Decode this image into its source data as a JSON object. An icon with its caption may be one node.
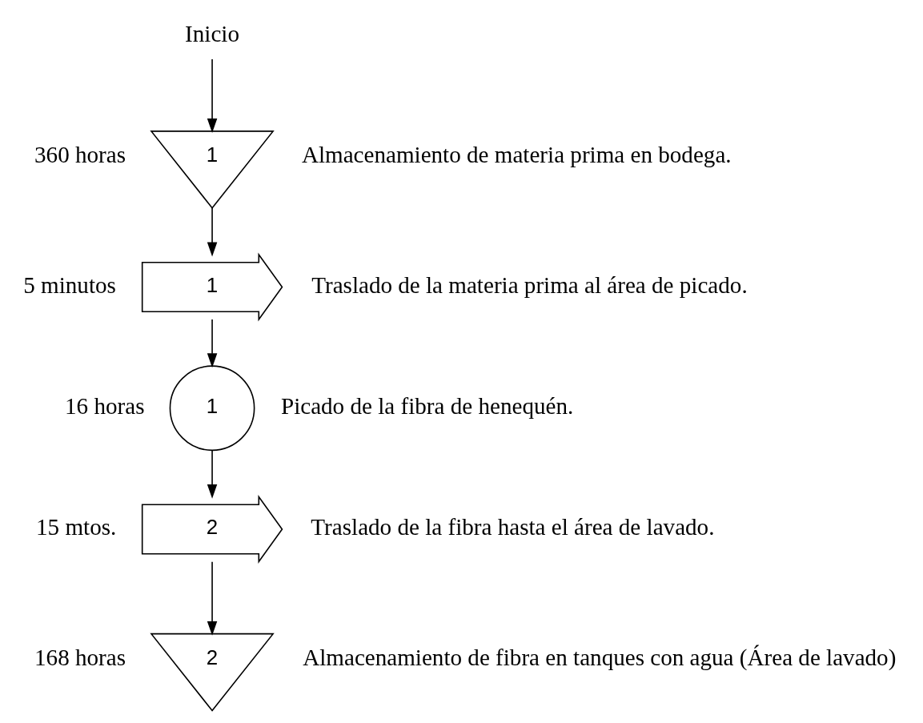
{
  "diagram": {
    "nodes": [
      {
        "text": [
          "Inicio"
        ]
      },
      {
        "text": [
          "1"
        ],
        "beside": [
          "360 horas",
          "Almacenamiento de materia prima en bodega."
        ]
      },
      {
        "text": [
          "1"
        ],
        "beside": [
          "5 minutos",
          "Traslado de la materia prima al área de picado."
        ]
      },
      {
        "text": [
          "1"
        ],
        "beside": [
          "16 horas",
          "Picado de la fibra de henequén."
        ]
      },
      {
        "text": [
          "2"
        ],
        "beside": [
          "15 mtos.",
          "Traslado de la fibra hasta el área de lavado."
        ]
      },
      {
        "text": [
          "2"
        ],
        "beside": [
          "168 horas",
          "Almacenamiento de fibra en tanques con agua (Área de lavado)"
        ]
      }
    ],
    "edges": [
      {
        "from": 0,
        "to": 1,
        "arrow": "to"
      },
      {
        "from": 1,
        "to": 2,
        "arrow": "to"
      },
      {
        "from": 2,
        "to": 3,
        "arrow": "to"
      },
      {
        "from": 3,
        "to": 4,
        "arrow": "to"
      },
      {
        "from": 4,
        "to": 5,
        "arrow": "to"
      }
    ]
  }
}
